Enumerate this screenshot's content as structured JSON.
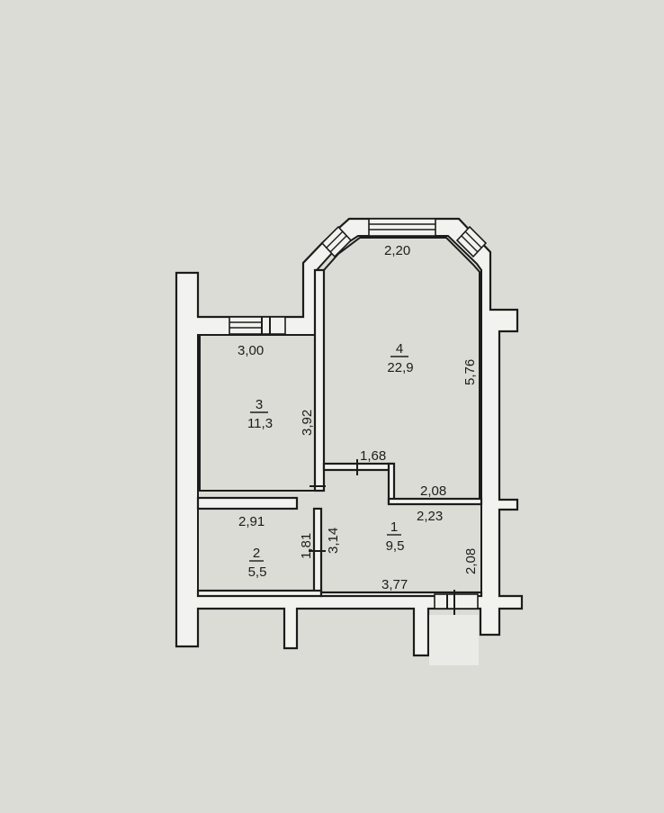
{
  "rooms": [
    {
      "number": "1",
      "area": "9,5"
    },
    {
      "number": "2",
      "area": "5,5"
    },
    {
      "number": "3",
      "area": "11,3"
    },
    {
      "number": "4",
      "area": "22,9"
    }
  ],
  "dimensions": {
    "room4_top": "2,20",
    "room4_height": "5,76",
    "room3_width": "3,00",
    "room3_height": "3,92",
    "corridor_top": "1,68",
    "room1_top_right": "2,08",
    "room1_width_top": "2,23",
    "room2_width": "2,91",
    "room1_height_left": "3,14",
    "room2_height": "1,81",
    "room1_height_right": "2,08",
    "room1_bottom": "3,77"
  }
}
